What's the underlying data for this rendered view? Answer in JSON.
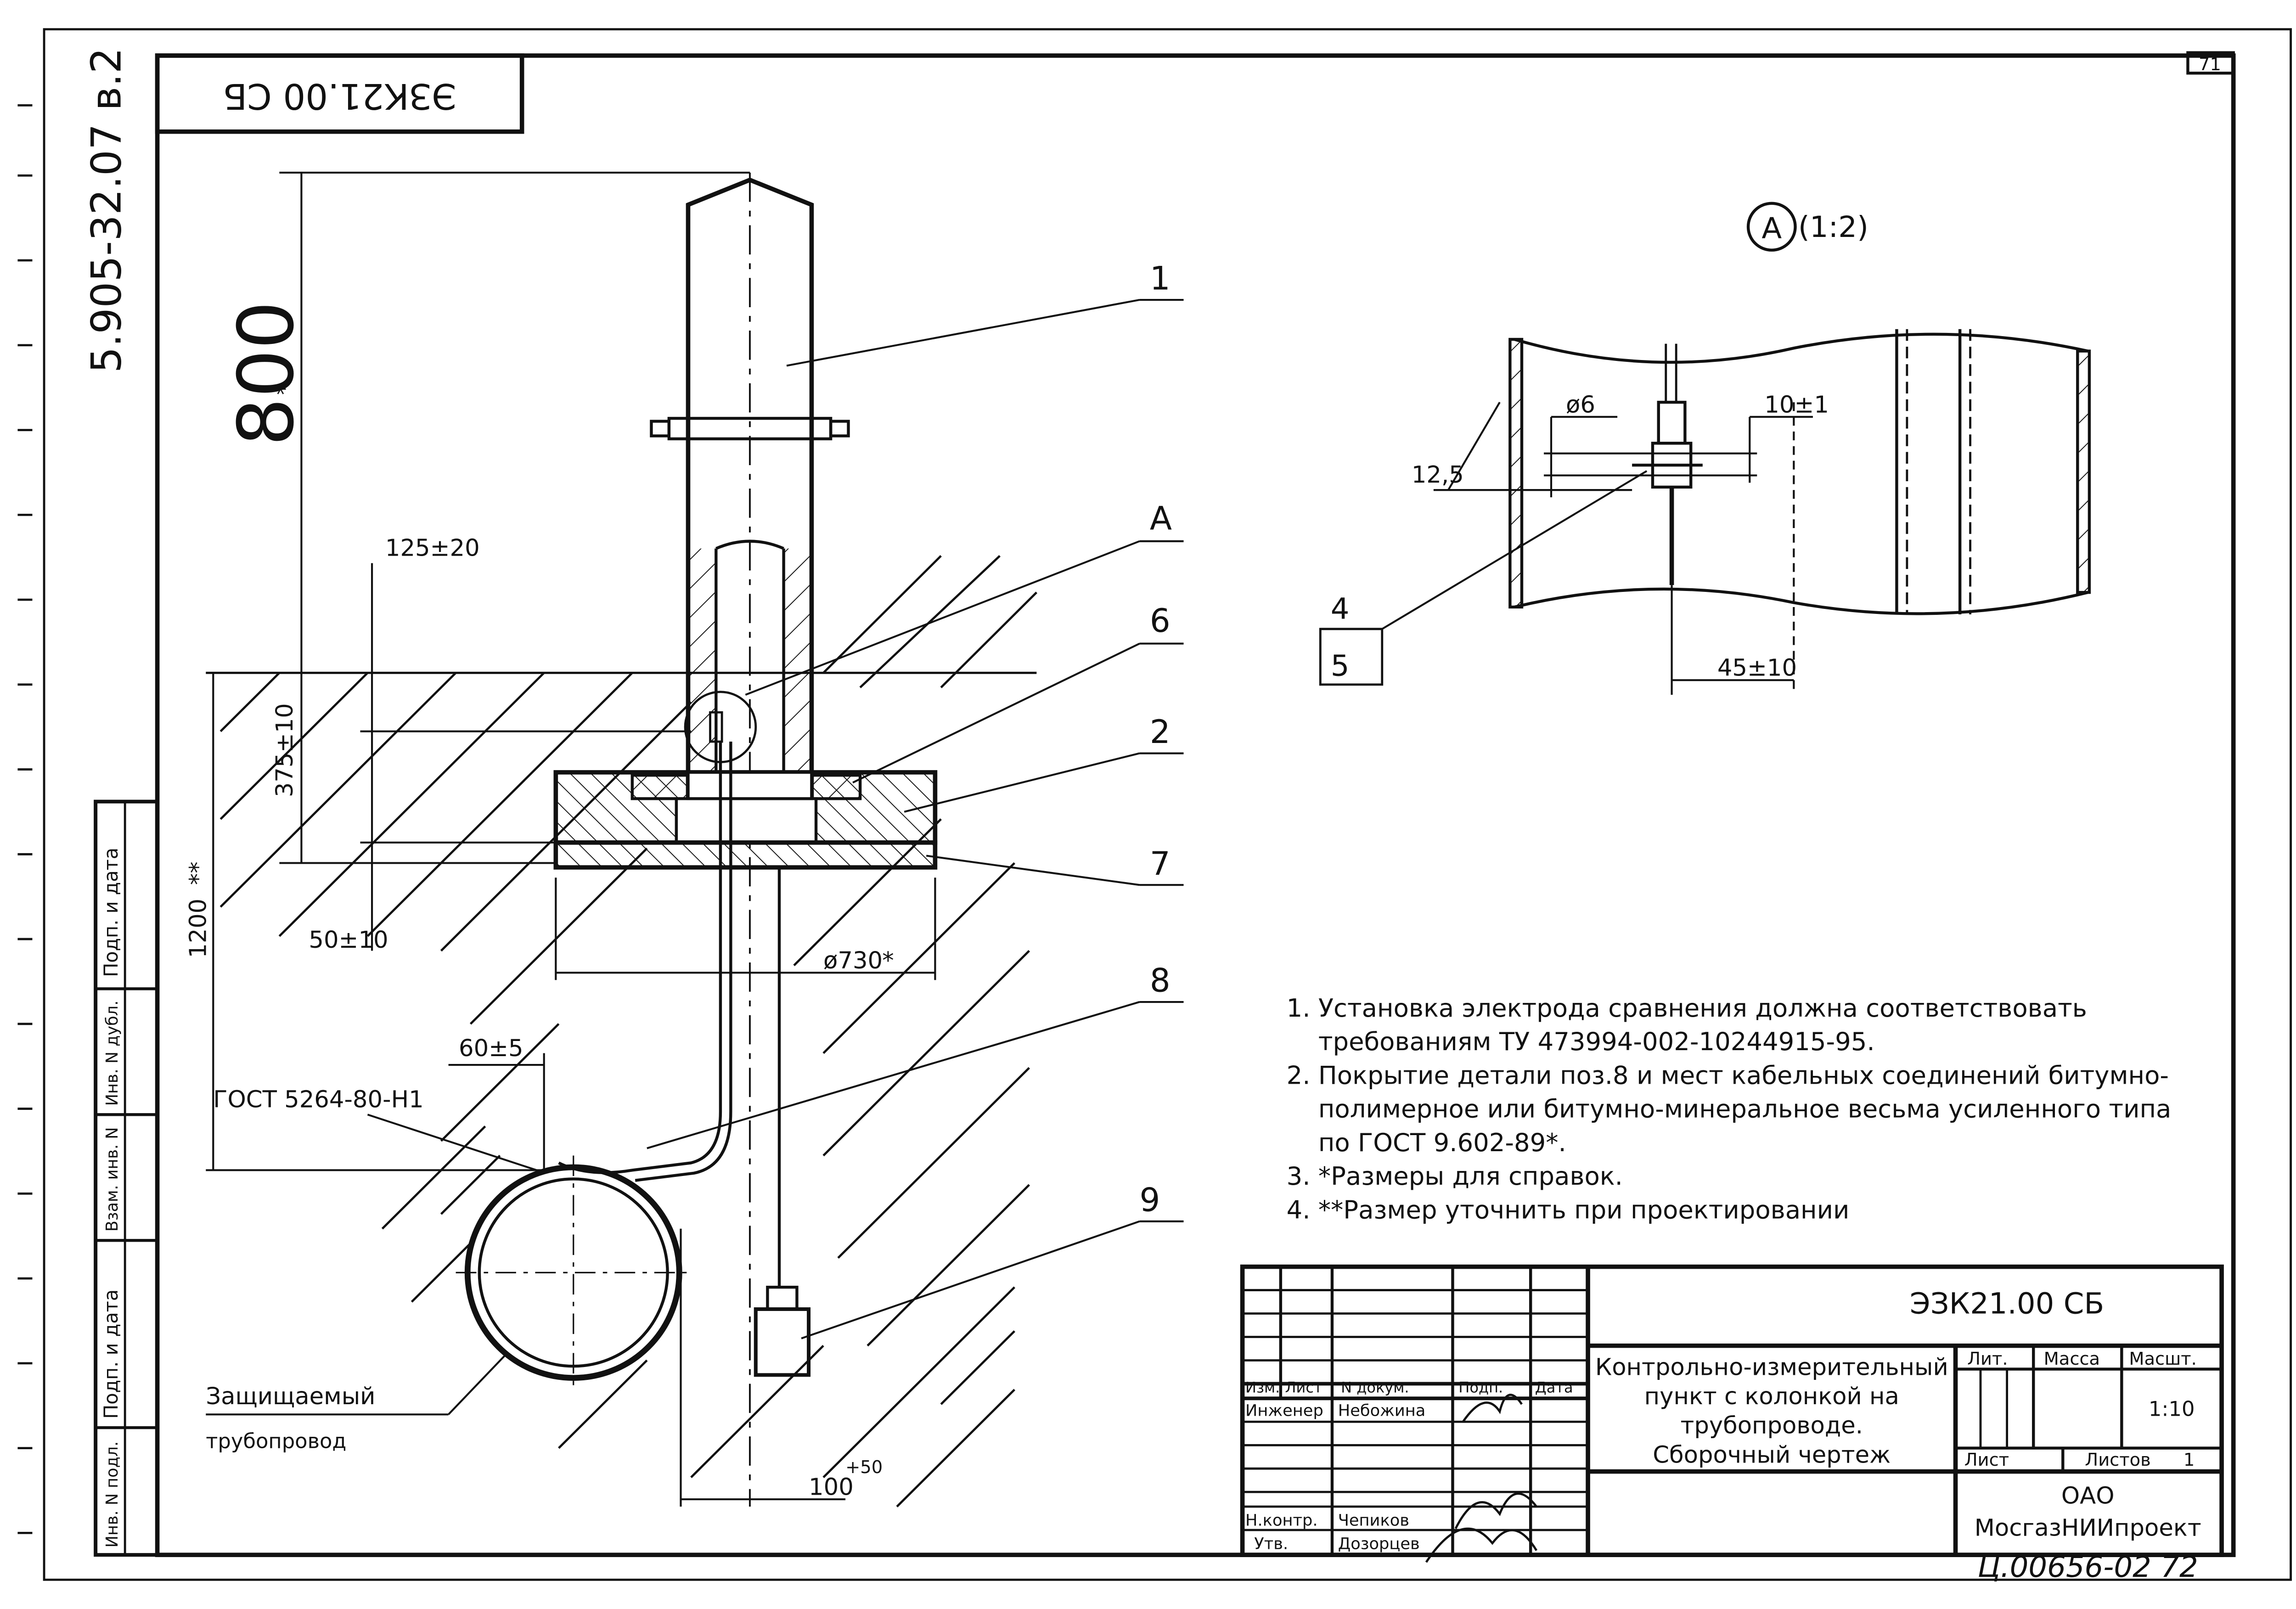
{
  "sheet": {
    "sheet_number": "71",
    "album_code_vertical": "5.905-32.07 в.2",
    "top_stamp_mirrored": "ЭЗК21.00 СБ",
    "bottom_stamp_handwritten": "Ц.00656-02 72"
  },
  "side_stamp": {
    "fields": [
      "Подп. и дата",
      "Инв. N дубл.",
      "Взам. инв. N",
      "Подп. и дата",
      "Инв. N подл."
    ]
  },
  "main_view": {
    "callouts": [
      "1",
      "A",
      "6",
      "2",
      "7",
      "8",
      "9"
    ],
    "dimensions": {
      "height_800": "800",
      "ground_125": "125±20",
      "depth_375": "375±10",
      "depth_1200": "1200",
      "offset_50": "50±10",
      "diameter_730": "ø730",
      "offset_60": "60±5",
      "offset_100": "100",
      "tol_100": "+50"
    },
    "standard_label": "ГОСТ 5264-80-Н1",
    "pipeline_label_line1": "Защищаемый",
    "pipeline_label_line2": "трубопровод"
  },
  "detail_view": {
    "marker": "A",
    "scale": "(1:2)",
    "dimensions": {
      "d6": "ø6",
      "d10": "10±1",
      "d12_5": "12,5",
      "d45": "45±10"
    },
    "callouts": [
      "4",
      "5"
    ]
  },
  "notes": [
    "1. Установка электрода сравнения должна соответствовать",
    "    требованиям ТУ 473994-002-10244915-95.",
    "2. Покрытие детали поз.8 и мест кабельных соединений битумно-",
    "    полимерное или битумно-минеральное весьма усиленного типа",
    "    по ГОСТ 9.602-89*.",
    "3. *Размеры для справок.",
    "4. **Размер уточнить при проектировании"
  ],
  "title_block": {
    "designation": "ЭЗК21.00 СБ",
    "title_lines": [
      "Контрольно-измерительный",
      "пункт с колонкой на",
      "трубопроводе.",
      "Сборочный чертеж"
    ],
    "columns": [
      "Изм.",
      "Лист",
      "N докум.",
      "Подп.",
      "Дата"
    ],
    "roles": [
      {
        "role": "Инженер",
        "name": "Небожина"
      },
      {
        "role": "Н.контр.",
        "name": "Чепиков"
      },
      {
        "role": "Утв.",
        "name": "Дозорцев"
      }
    ],
    "lit_label": "Лит.",
    "mass_label": "Масса",
    "scale_label": "Масшт.",
    "scale_value": "1:10",
    "sheet_label": "Лист",
    "sheets_label": "Листов",
    "sheets_value": "1",
    "org_line1": "ОАО",
    "org_line2": "МосгазНИИпроект"
  },
  "colors": {
    "ink": "#111111",
    "paper": "#ffffff"
  }
}
